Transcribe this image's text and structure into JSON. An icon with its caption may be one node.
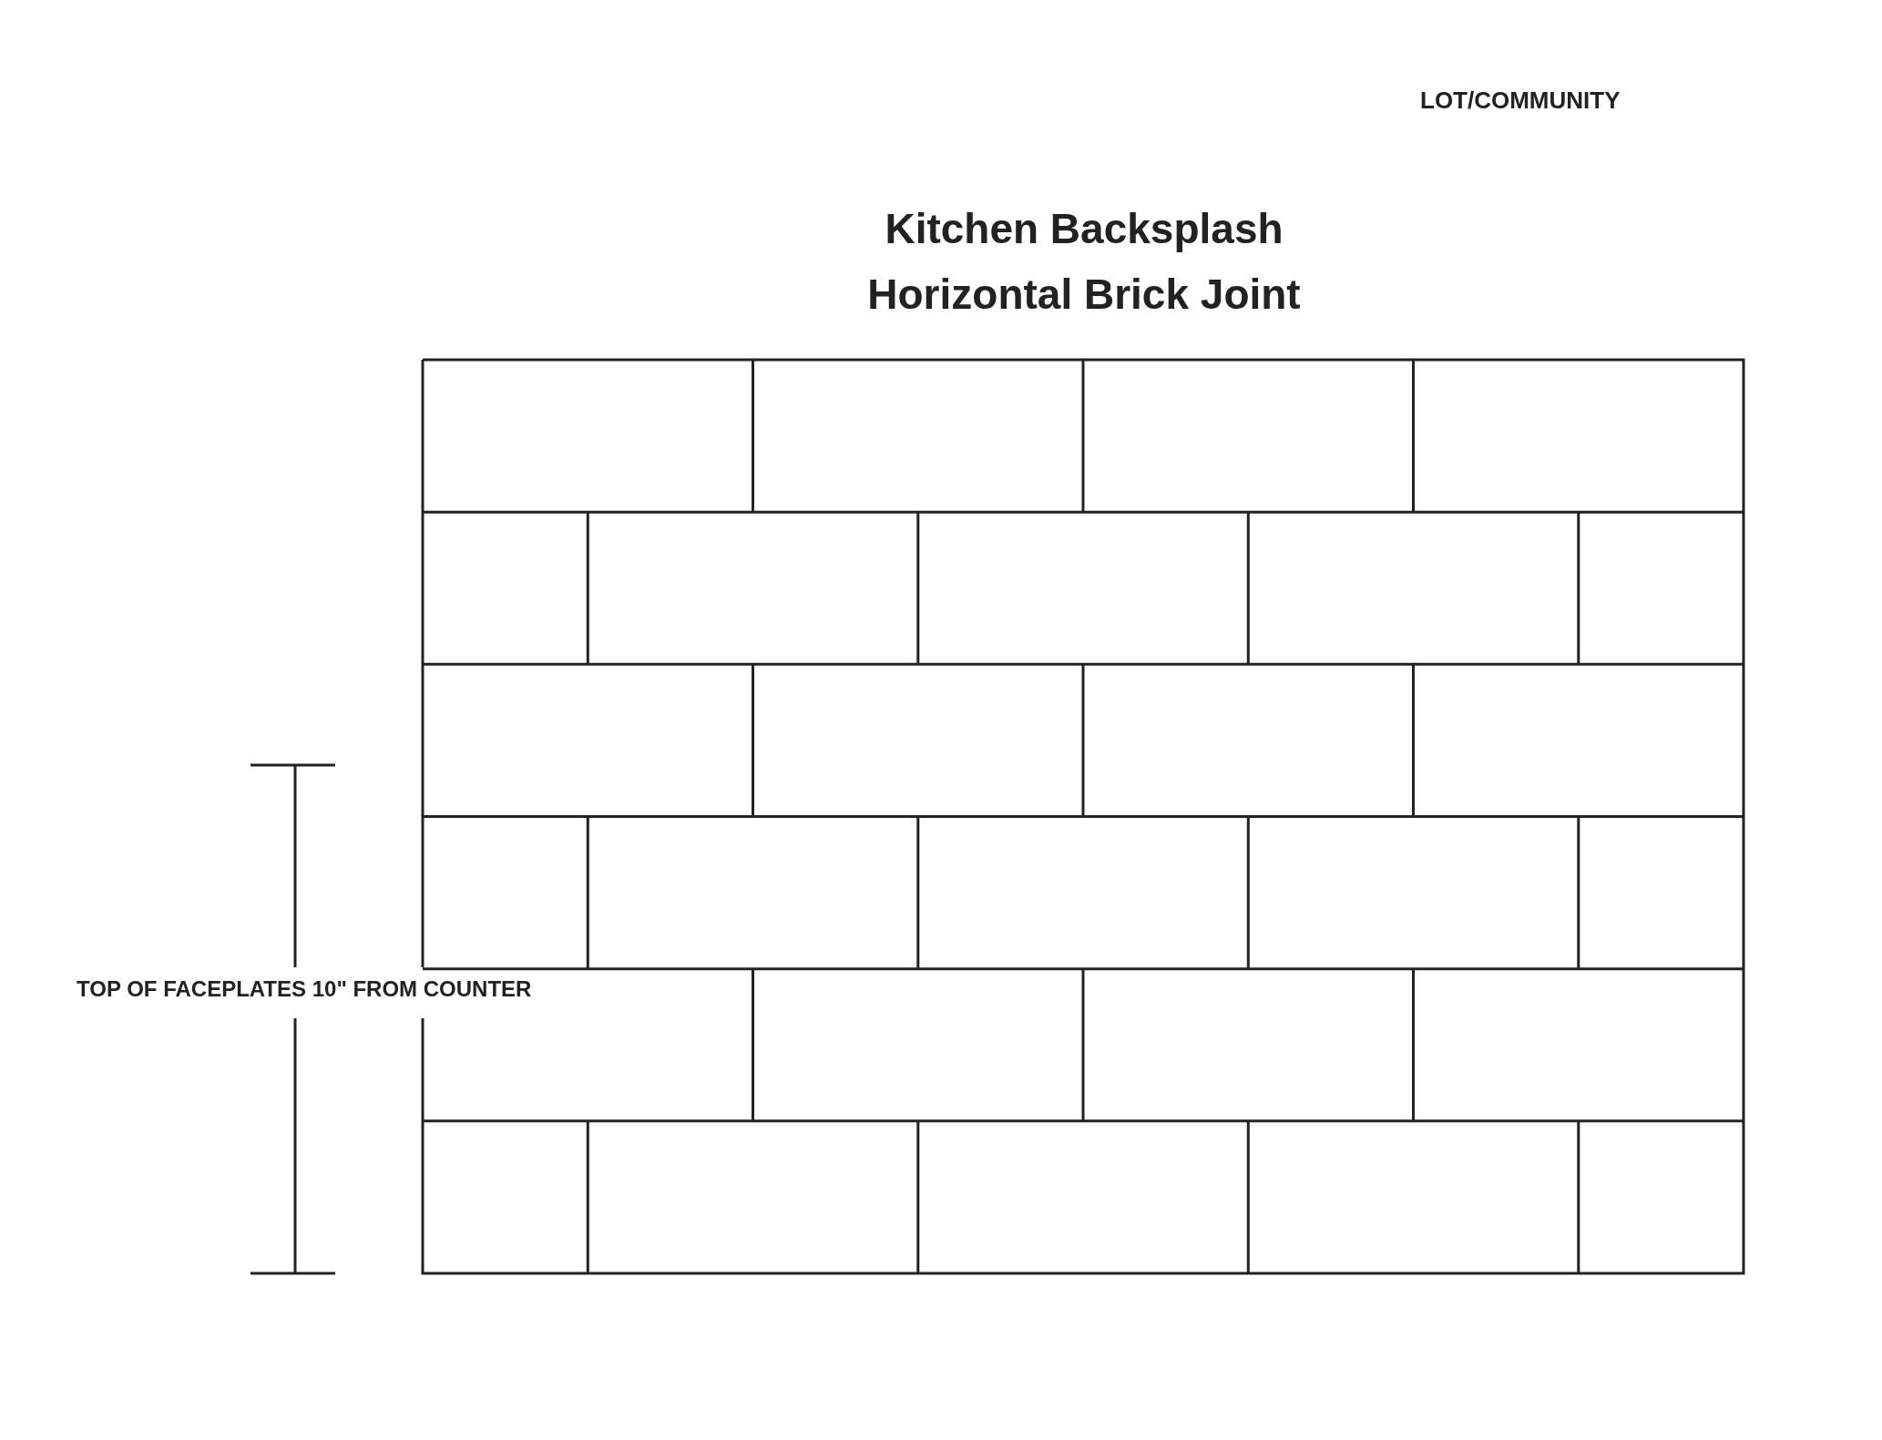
{
  "diagram": {
    "title": "Kitchen Backsplash Horizontal Brick Joint",
    "labels": [
      "LOT/COMMUNITY",
      "TOP OF FACEPLATES 10\" FROM COUNTER"
    ]
  }
}
